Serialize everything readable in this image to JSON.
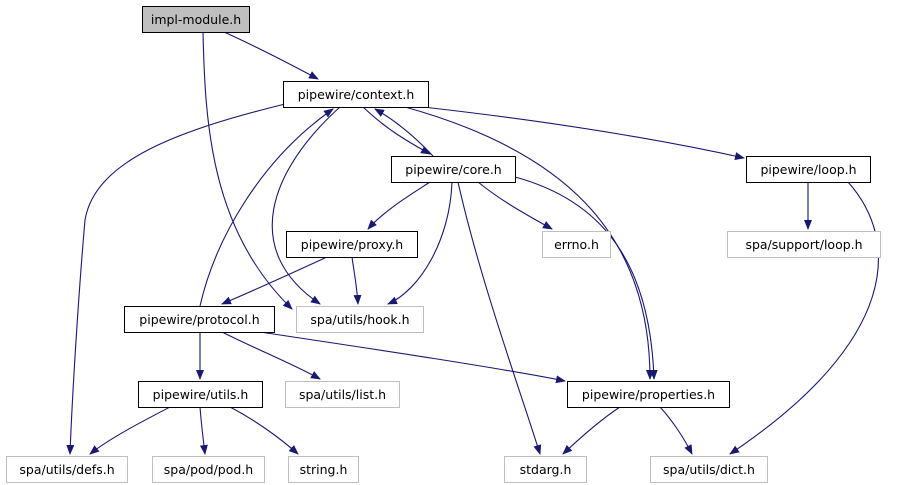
{
  "diagram": {
    "colors": {
      "edge": "#191970",
      "node_border": "#000000",
      "external_border": "#bfbfbf",
      "highlight_fill": "#bfbfbf",
      "label": "#000000"
    },
    "nodes": [
      {
        "id": "impl-module",
        "label": "impl-module.h",
        "style": "highlight"
      },
      {
        "id": "context",
        "label": "pipewire/context.h",
        "style": "normal"
      },
      {
        "id": "core",
        "label": "pipewire/core.h",
        "style": "normal"
      },
      {
        "id": "loop",
        "label": "pipewire/loop.h",
        "style": "normal"
      },
      {
        "id": "proxy",
        "label": "pipewire/proxy.h",
        "style": "normal"
      },
      {
        "id": "errno",
        "label": "errno.h",
        "style": "external"
      },
      {
        "id": "support-loop",
        "label": "spa/support/loop.h",
        "style": "external"
      },
      {
        "id": "protocol",
        "label": "pipewire/protocol.h",
        "style": "normal"
      },
      {
        "id": "hook",
        "label": "spa/utils/hook.h",
        "style": "external"
      },
      {
        "id": "utils",
        "label": "pipewire/utils.h",
        "style": "normal"
      },
      {
        "id": "list",
        "label": "spa/utils/list.h",
        "style": "external"
      },
      {
        "id": "properties",
        "label": "pipewire/properties.h",
        "style": "normal"
      },
      {
        "id": "defs",
        "label": "spa/utils/defs.h",
        "style": "external"
      },
      {
        "id": "pod",
        "label": "spa/pod/pod.h",
        "style": "external"
      },
      {
        "id": "string",
        "label": "string.h",
        "style": "external"
      },
      {
        "id": "stdarg",
        "label": "stdarg.h",
        "style": "external"
      },
      {
        "id": "dict",
        "label": "spa/utils/dict.h",
        "style": "external"
      }
    ],
    "edges": [
      {
        "from": "impl-module",
        "to": "context"
      },
      {
        "from": "impl-module",
        "to": "hook"
      },
      {
        "from": "context",
        "to": "core"
      },
      {
        "from": "core",
        "to": "context"
      },
      {
        "from": "context",
        "to": "loop"
      },
      {
        "from": "context",
        "to": "properties"
      },
      {
        "from": "context",
        "to": "defs"
      },
      {
        "from": "context",
        "to": "hook"
      },
      {
        "from": "core",
        "to": "proxy"
      },
      {
        "from": "core",
        "to": "errno"
      },
      {
        "from": "core",
        "to": "hook"
      },
      {
        "from": "core",
        "to": "stdarg"
      },
      {
        "from": "core",
        "to": "properties"
      },
      {
        "from": "loop",
        "to": "support-loop"
      },
      {
        "from": "loop",
        "to": "dict"
      },
      {
        "from": "proxy",
        "to": "protocol"
      },
      {
        "from": "proxy",
        "to": "hook"
      },
      {
        "from": "protocol",
        "to": "context"
      },
      {
        "from": "protocol",
        "to": "utils"
      },
      {
        "from": "protocol",
        "to": "list"
      },
      {
        "from": "protocol",
        "to": "properties"
      },
      {
        "from": "utils",
        "to": "defs"
      },
      {
        "from": "utils",
        "to": "pod"
      },
      {
        "from": "utils",
        "to": "string"
      },
      {
        "from": "properties",
        "to": "stdarg"
      },
      {
        "from": "properties",
        "to": "dict"
      }
    ]
  }
}
